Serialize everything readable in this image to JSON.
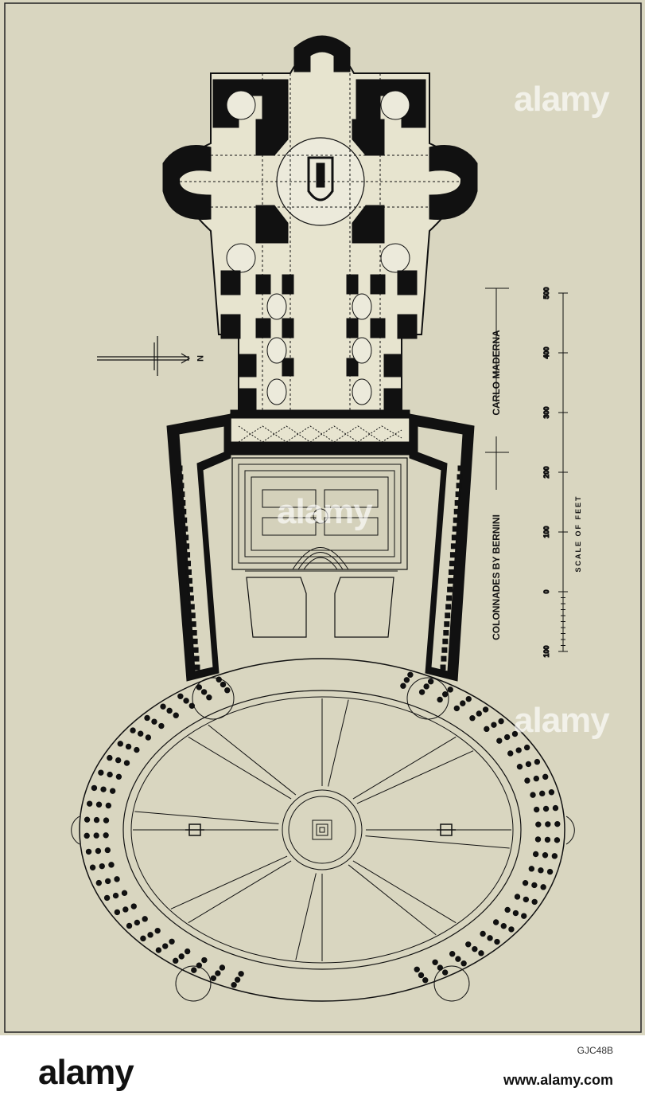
{
  "plan": {
    "label_colonnades": "COLONNADES BY BERNINI",
    "label_maderna": "CARLO MADERNA",
    "scale_caption": "SCALE OF FEET",
    "scale_ticks": [
      "100",
      "0",
      "100",
      "200",
      "300",
      "400",
      "500"
    ],
    "north_letter": "N"
  },
  "watermark": {
    "text": "alamy"
  },
  "footer": {
    "logo": "alamy",
    "image_id": "GJC48B",
    "url": "www.alamy.com"
  }
}
